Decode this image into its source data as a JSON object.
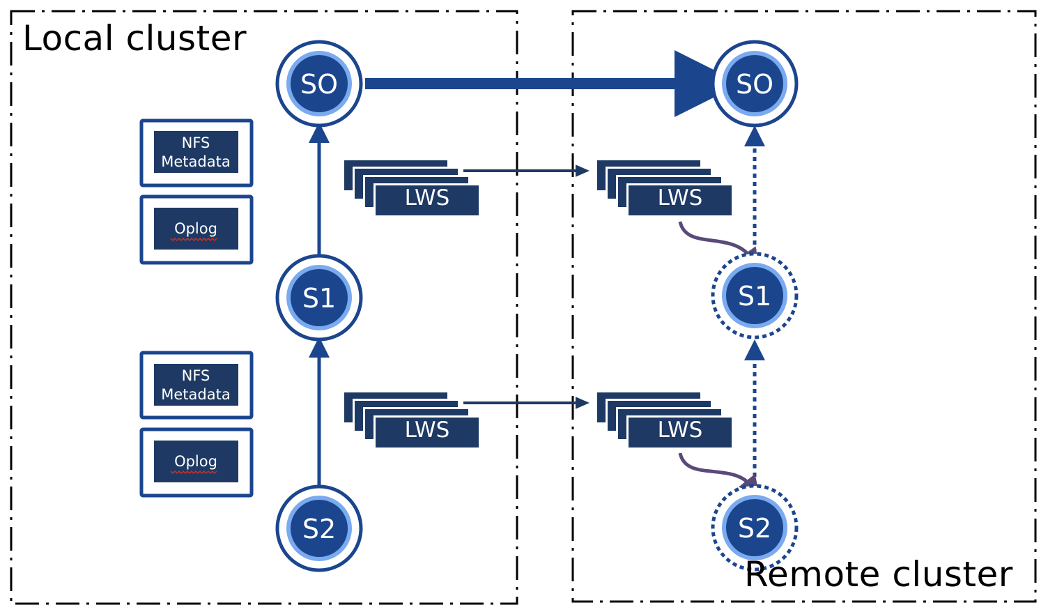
{
  "colors": {
    "node_fill": "#1b468e",
    "node_inner_ring": "#7aaaf0",
    "node_outer_ring": "#1b468e",
    "block_fill": "#1e3a64",
    "arrow_primary": "#1b468e",
    "arrow_lws": "#1e3a64",
    "arrow_purple": "#5a4a7a",
    "cluster_border": "#000000",
    "spellcheck_underline": "#d03020"
  },
  "clusters": {
    "local": {
      "label": "Local cluster"
    },
    "remote": {
      "label": "Remote cluster"
    }
  },
  "local_nodes": [
    {
      "id": "S0",
      "label": "SO",
      "style": "solid"
    },
    {
      "id": "S1",
      "label": "S1",
      "style": "solid"
    },
    {
      "id": "S2",
      "label": "S2",
      "style": "solid"
    }
  ],
  "remote_nodes": [
    {
      "id": "S0",
      "label": "SO",
      "style": "solid"
    },
    {
      "id": "S1",
      "label": "S1",
      "style": "dotted"
    },
    {
      "id": "S2",
      "label": "S2",
      "style": "dotted"
    }
  ],
  "storage_groups": [
    {
      "metadata_label_line1": "NFS",
      "metadata_label_line2": "Metadata",
      "oplog_label": "Oplog"
    },
    {
      "metadata_label_line1": "NFS",
      "metadata_label_line2": "Metadata",
      "oplog_label": "Oplog"
    }
  ],
  "lws_stacks": [
    {
      "label": "LWS",
      "position": "local-top"
    },
    {
      "label": "LWS",
      "position": "local-bottom"
    },
    {
      "label": "LWS",
      "position": "remote-top"
    },
    {
      "label": "LWS",
      "position": "remote-bottom"
    }
  ],
  "edges": [
    {
      "from": "local.S0",
      "to": "remote.S0",
      "style": "thick-solid"
    },
    {
      "from": "local.S1",
      "to": "local.S0",
      "style": "solid"
    },
    {
      "from": "local.S2",
      "to": "local.S1",
      "style": "solid"
    },
    {
      "from": "lws.local-top",
      "to": "lws.remote-top",
      "style": "thin-solid"
    },
    {
      "from": "lws.local-bottom",
      "to": "lws.remote-bottom",
      "style": "thin-solid"
    },
    {
      "from": "remote.S1",
      "to": "remote.S0",
      "style": "dotted"
    },
    {
      "from": "remote.S2",
      "to": "remote.S1",
      "style": "dotted"
    },
    {
      "from": "lws.remote-top",
      "to": "remote.S1",
      "style": "curved-purple"
    },
    {
      "from": "lws.remote-bottom",
      "to": "remote.S2",
      "style": "curved-purple"
    }
  ]
}
